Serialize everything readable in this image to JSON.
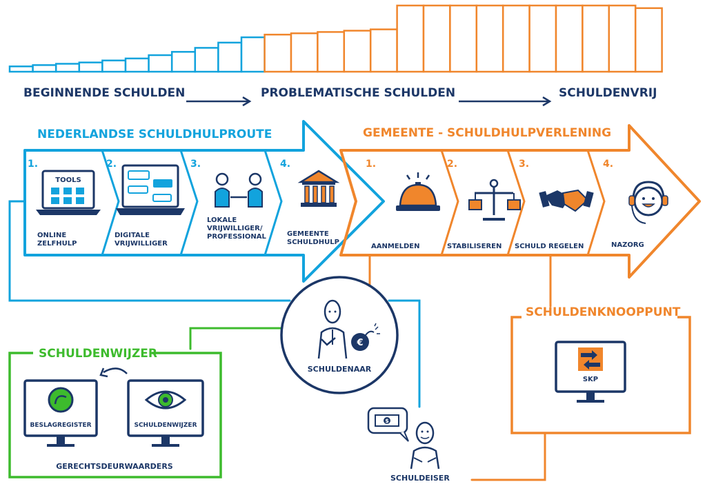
{
  "colors": {
    "navy": "#1c3767",
    "blue": "#12a3dd",
    "orange": "#f0862c",
    "green": "#3dbb2d"
  },
  "phases": {
    "start": "BEGINNENDE SCHULDEN",
    "middle": "PROBLEMATISCHE SCHULDEN",
    "end": "SCHULDENVRIJ"
  },
  "route_nl": {
    "title": "NEDERLANDSE SCHULDHULPROUTE",
    "steps": [
      {
        "num": "1.",
        "line1": "ONLINE",
        "line2": "ZELFHULP",
        "tools": "TOOLS",
        "icon": "laptop-tools-icon"
      },
      {
        "num": "2.",
        "line1": "DIGITALE",
        "line2": "VRIJWILLIGER",
        "icon": "laptop-chat-icon"
      },
      {
        "num": "3.",
        "line1": "LOKALE",
        "line2": "VRIJWILLIGER/",
        "line3": "PROFESSIONAL",
        "icon": "people-icon"
      },
      {
        "num": "4.",
        "line1": "GEMEENTE",
        "line2": "SCHULDHULP",
        "icon": "town-hall-icon"
      }
    ]
  },
  "route_gemeente": {
    "title": "GEMEENTE - SCHULDHULPVERLENING",
    "steps": [
      {
        "num": "1.",
        "label": "AANMELDEN",
        "icon": "service-bell-icon"
      },
      {
        "num": "2.",
        "label": "STABILISEREN",
        "icon": "balance-scale-icon"
      },
      {
        "num": "3.",
        "label": "SCHULD REGELEN",
        "icon": "handshake-icon"
      },
      {
        "num": "4.",
        "label": "NAZORG",
        "icon": "headset-smile-icon"
      }
    ]
  },
  "schuldenaar": {
    "label": "SCHULDENAAR",
    "coin": "€"
  },
  "schuldeiser": {
    "label": "SCHULDEISER",
    "money": "$"
  },
  "schuldenwijzer": {
    "title": "SCHULDENWIJZER",
    "screen1": "BESLAGREGISTER",
    "screen2": "SCHULDENWIJZER",
    "footer": "GERECHTSDEURWAARDERS"
  },
  "knooppunt": {
    "title": "SCHULDENKNOOPPUNT",
    "screen": "SKP"
  },
  "staircase": {
    "blue_steps": [
      0.08,
      0.1,
      0.12,
      0.14,
      0.17,
      0.2,
      0.25,
      0.3,
      0.36,
      0.44,
      0.52
    ],
    "orange_steps": [
      0.56,
      0.58,
      0.6,
      0.62,
      0.64,
      1.0,
      1.0,
      1.0,
      1.0,
      1.0,
      1.0,
      1.0,
      1.0,
      1.0,
      0.96
    ]
  }
}
